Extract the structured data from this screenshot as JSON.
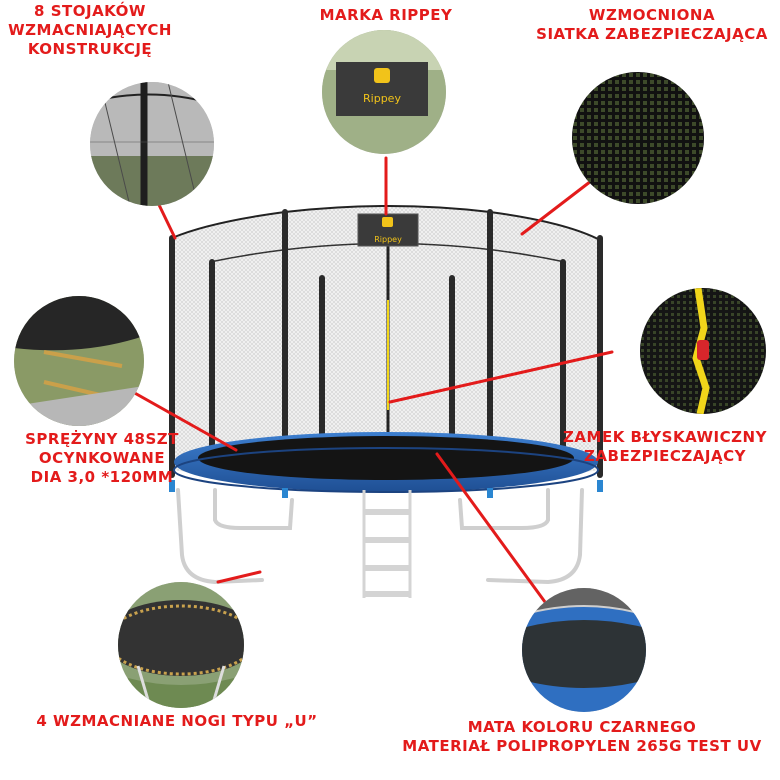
{
  "labels": {
    "stands": [
      "8 STOJAKÓW",
      "WZMACNIAJĄCYCH",
      "KONSTRUKCJĘ"
    ],
    "brand": [
      "MARKA RIPPEY"
    ],
    "net": [
      "WZMOCNIONA",
      "SIATKA ZABEZPIECZAJĄCA"
    ],
    "springs": [
      "SPRĘŻYNY 48SZT",
      "OCYNKOWANE",
      "DIA 3,0 *120MM"
    ],
    "zipper": [
      "ZAMEK BŁYSKAWICZNY",
      "ZABEZPIECZAJĄCY"
    ],
    "legs": [
      "4 WZMACNIANE NOGI TYPU „U”"
    ],
    "mat": [
      "MATA KOLORU CZARNEGO",
      "MATERIAŁ POLIPROPYLEN 265G TEST UV"
    ]
  },
  "logo_text": "Rippey",
  "colors": {
    "accent": "#e31b1b",
    "net": "#2b2b2b",
    "pad": "#2f6fc1",
    "frame": "#c8c8c8",
    "zipper": "#f1d61a"
  },
  "icons": [
    "stands-photo",
    "brand-tag-photo",
    "net-photo",
    "springs-photo",
    "zipper-photo",
    "legs-photo",
    "mat-photo"
  ]
}
